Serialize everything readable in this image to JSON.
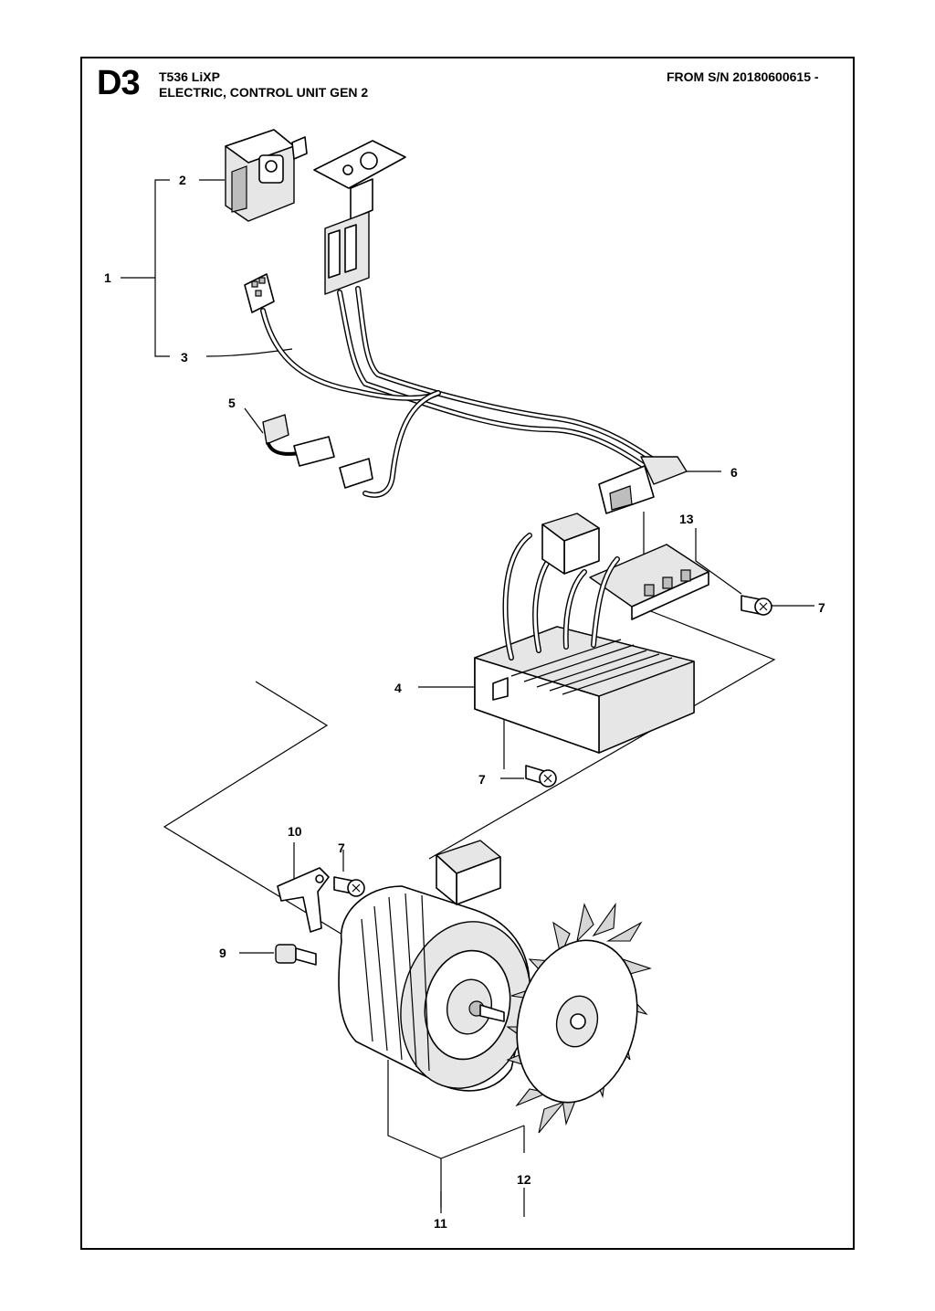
{
  "header": {
    "section_code": "D3",
    "model": "T536 LiXP",
    "title": "ELECTRIC, CONTROL UNIT GEN 2",
    "serial_range": "FROM S/N 20180600615 -"
  },
  "callouts": [
    {
      "id": "c1",
      "label": "1"
    },
    {
      "id": "c2",
      "label": "2"
    },
    {
      "id": "c3",
      "label": "3"
    },
    {
      "id": "c4",
      "label": "4"
    },
    {
      "id": "c5",
      "label": "5"
    },
    {
      "id": "c6",
      "label": "6"
    },
    {
      "id": "c7a",
      "label": "7"
    },
    {
      "id": "c7b",
      "label": "7"
    },
    {
      "id": "c7c",
      "label": "7"
    },
    {
      "id": "c9",
      "label": "9"
    },
    {
      "id": "c10",
      "label": "10"
    },
    {
      "id": "c11",
      "label": "11"
    },
    {
      "id": "c12",
      "label": "12"
    },
    {
      "id": "c13",
      "label": "13"
    }
  ]
}
